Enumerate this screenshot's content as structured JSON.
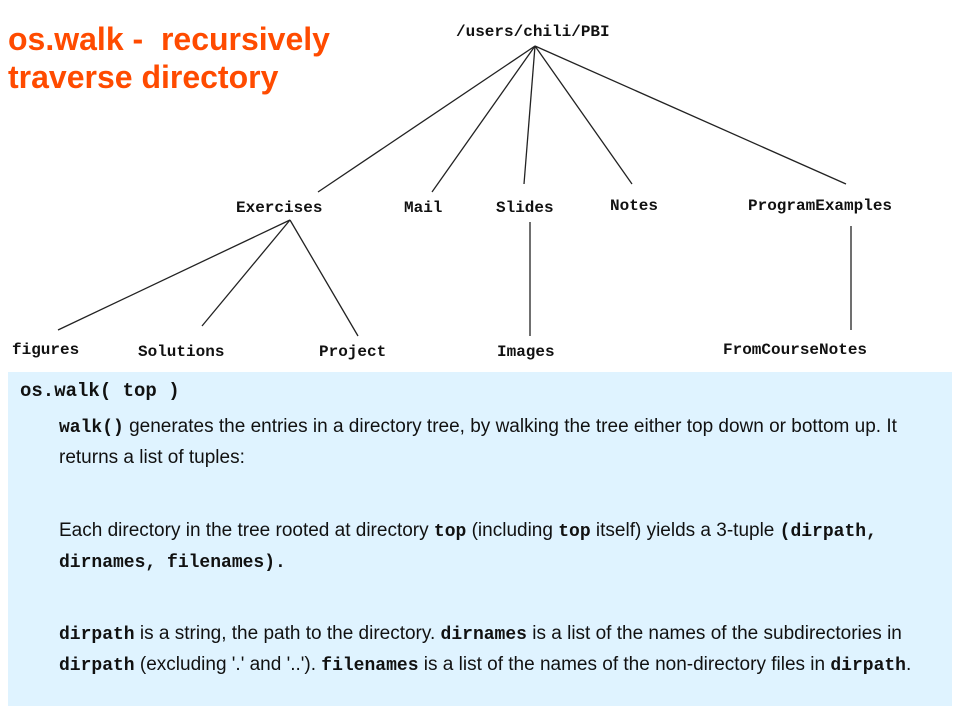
{
  "title": {
    "line1": "os.walk -  recursively",
    "line2": "traverse directory"
  },
  "tree": {
    "root": "/users/chili/PBI",
    "level1": [
      "Exercises",
      "Mail",
      "Slides",
      "Notes",
      "ProgramExamples"
    ],
    "exercises_children": [
      "figures",
      "Solutions",
      "Project"
    ],
    "slides_children": [
      "Images"
    ],
    "programexamples_children": [
      "FromCourseNotes"
    ]
  },
  "panel": {
    "signature": "os.walk( top )",
    "p1": {
      "code1": "walk()",
      "text1": " generates the entries in a directory tree, by walking the tree either top down or bottom up. It returns a list of tuples:"
    },
    "p2": {
      "text1": "Each directory in the tree rooted at directory ",
      "code1": "top",
      "text2": " (including ",
      "code2": "top",
      "text3": " itself) yields a 3-tuple ",
      "code3": "(dirpath, dirnames, filenames)."
    },
    "p3": {
      "code1": "dirpath",
      "text1": " is a string, the path to the directory. ",
      "code2": "dirnames",
      "text2": " is a list of the names of the subdirectories in ",
      "code3": "dirpath",
      "text3": " (excluding '.' and '..'). ",
      "code4": "filenames",
      "text4": " is a list of the names of the non-directory files in ",
      "code5": "dirpath",
      "text5": "."
    }
  }
}
